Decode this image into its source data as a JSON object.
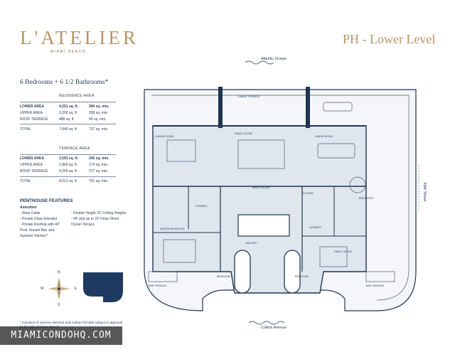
{
  "brand": {
    "name": "L'ATELIER",
    "location": "MIAMI BEACH"
  },
  "page_title": "PH - Lower Level",
  "summary": "6 Bedrooms + 6 1/2 Bathrooms*",
  "residence_area": {
    "heading": "RESIDENCE AREA",
    "rows": [
      {
        "label": "LOWER AREA",
        "sqft": "4,251 sq. ft.",
        "sqm": "394 sq. mts."
      },
      {
        "label": "UPPER AREA",
        "sqft": "3,206 sq. ft.",
        "sqm": "298 sq. mts."
      },
      {
        "label": "ROOF TERRACE",
        "sqft": "488 sq. ft.",
        "sqm": "45 sq. mts."
      }
    ],
    "total": {
      "label": "TOTAL",
      "sqft": "7,945 sq. ft.",
      "sqm": "737 sq. mts."
    }
  },
  "terrace_area": {
    "heading": "TERRACE AREA",
    "rows": [
      {
        "label": "LOWER AREA",
        "sqft": "2,593 sq. ft.",
        "sqm": "240 sq. mts."
      },
      {
        "label": "UPPER AREA",
        "sqft": "1,869 sq. ft.",
        "sqm": "174 sq. mts."
      },
      {
        "label": "ROOF TERRACE",
        "sqft": "4,059 sq. ft.",
        "sqm": "377 sq. mts."
      }
    ],
    "total": {
      "label": "TOTAL",
      "sqft": "8,521 sq. ft.",
      "sqm": "791 sq. mts."
    }
  },
  "features": {
    "heading": "PENTHOUSE FEATURES",
    "subheading": "Amenities",
    "left": [
      "- Wine Cellar",
      "- Private Glass Elevator",
      "- Private Rooftop with 40'",
      "  Pool, Sunset Bar, and",
      "  Summer Kitchen*."
    ],
    "right": [
      "- Double Height 22' Ceiling Heights",
      "- 94' and up to 20' Deep Direct",
      "  Ocean Terrace"
    ]
  },
  "compass": {
    "n": "N",
    "s": "S",
    "e": "E",
    "w": "W"
  },
  "footnote": "* Inclusion of summer kitchens and rooftop full bath subject to approval by the City of Miami Beach.",
  "watermark": "MIAMICONDOHQ.COM",
  "plan": {
    "atlantic": "Atlantic Ocean",
    "collins": "Collins Avenue",
    "street": "69th Street",
    "rooms": [
      {
        "text": "DINING TERRACE",
        "cls": "r1"
      },
      {
        "text": "LOUNGE ROOM",
        "cls": "r2"
      },
      {
        "text": "FAMILY ROOM",
        "cls": "r3"
      },
      {
        "text": "DINING ROOM",
        "cls": "r4"
      },
      {
        "text": "KITCHEN",
        "cls": "r5"
      },
      {
        "text": "BREAKFAST",
        "cls": "r6"
      },
      {
        "text": "MASTER BEDROOM",
        "cls": "r7"
      },
      {
        "text": "BEDROOM",
        "cls": "r8"
      },
      {
        "text": "BEDROOM",
        "cls": "r9"
      },
      {
        "text": "FAMILY ROOM",
        "cls": "r10"
      },
      {
        "text": "LAUNDRY",
        "cls": "r11"
      },
      {
        "text": "POWDER",
        "cls": "r12"
      },
      {
        "text": "GALLERY",
        "cls": "r13"
      },
      {
        "text": "WINE CELLAR",
        "cls": "r14"
      },
      {
        "text": "BAR TERRACE",
        "cls": "r15"
      },
      {
        "text": "BAR TERRACE",
        "cls": "r16"
      }
    ]
  }
}
